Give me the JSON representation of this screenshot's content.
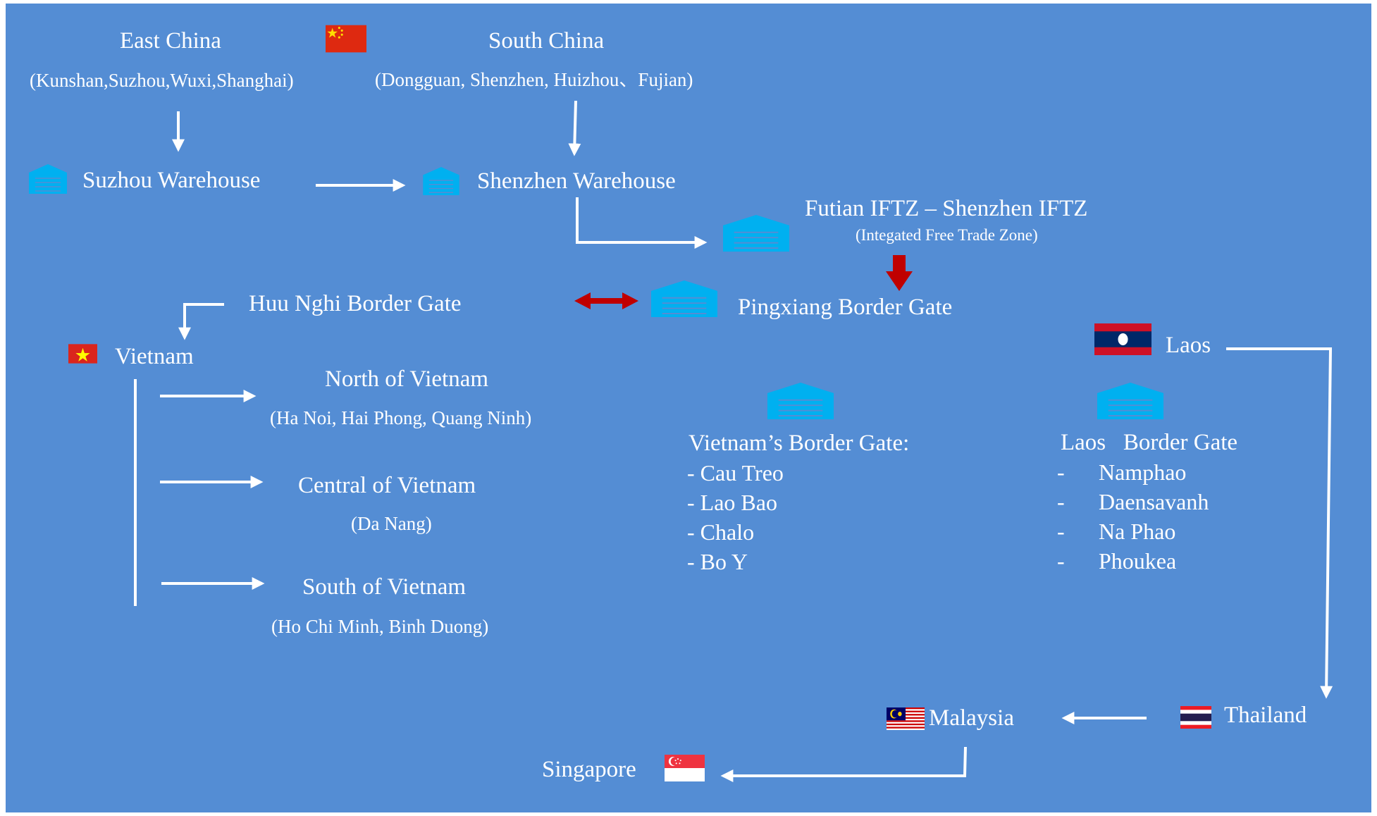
{
  "colors": {
    "background": "#548dd4",
    "text": "#ffffff",
    "warehouse_icon": "#00b0f0",
    "highlight_arrow": "#c00000"
  },
  "nodes": {
    "east_china": {
      "title": "East China",
      "subtitle": "(Kunshan,Suzhou,Wuxi,Shanghai)",
      "flag": "china-flag"
    },
    "south_china": {
      "title": "South China",
      "subtitle": "(Dongguan, Shenzhen, Huizhou、Fujian)"
    },
    "suzhou_warehouse": {
      "label": "Suzhou Warehouse",
      "icon": "warehouse-icon"
    },
    "shenzhen_warehouse": {
      "label": "Shenzhen Warehouse",
      "icon": "warehouse-icon"
    },
    "futian": {
      "title": "Futian IFTZ – Shenzhen IFTZ",
      "subtitle": "(Integated Free Trade Zone)",
      "icon": "warehouse-icon"
    },
    "huu_nghi": {
      "label": "Huu Nghi Border Gate"
    },
    "pingxiang": {
      "label": "Pingxiang Border Gate",
      "icon": "warehouse-icon"
    },
    "vietnam": {
      "label": "Vietnam",
      "flag": "vietnam-flag"
    },
    "north_vietnam": {
      "title": "North of Vietnam",
      "subtitle": "(Ha Noi, Hai Phong, Quang Ninh)"
    },
    "central_vietnam": {
      "title": "Central of Vietnam",
      "subtitle": "(Da Nang)"
    },
    "south_vietnam": {
      "title": "South of Vietnam",
      "subtitle": "(Ho Chi Minh, Binh Duong)"
    },
    "laos": {
      "label": "Laos",
      "flag": "laos-flag"
    },
    "vietnam_border_gate": {
      "heading": "Vietnam’s Border Gate:",
      "items": [
        "- Cau Treo",
        "- Lao Bao",
        "- Chalo",
        "- Bo Y"
      ],
      "icon": "warehouse-icon"
    },
    "laos_border_gate": {
      "heading": "Laos   Border Gate",
      "bullet": "-",
      "items": [
        "Namphao",
        "Daensavanh",
        "Na Phao",
        "Phoukea"
      ],
      "icon": "warehouse-icon"
    },
    "thailand": {
      "label": "Thailand",
      "flag": "thailand-flag"
    },
    "malaysia": {
      "label": "Malaysia",
      "flag": "malaysia-flag"
    },
    "singapore": {
      "label": "Singapore",
      "flag": "singapore-flag"
    }
  }
}
